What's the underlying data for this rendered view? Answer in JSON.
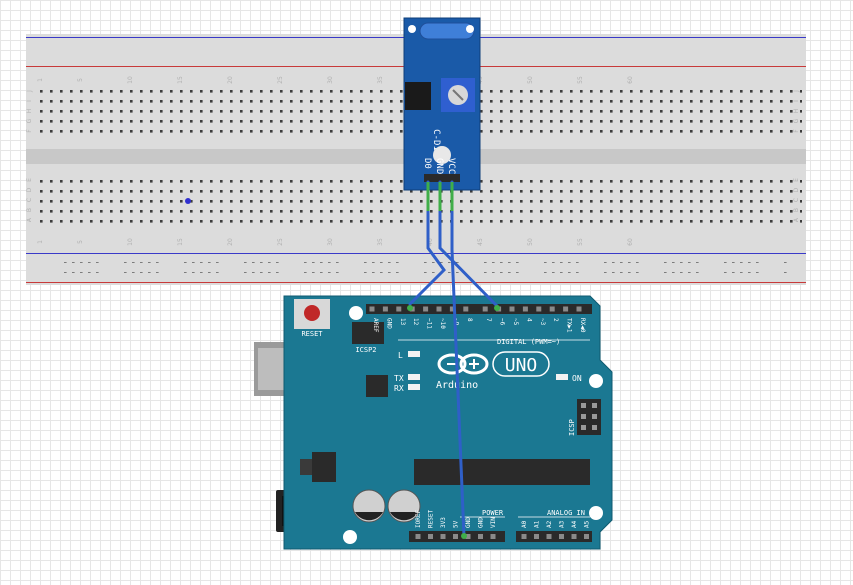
{
  "breadboard": {
    "row_letters_top": [
      "J",
      "I",
      "H",
      "G",
      "F"
    ],
    "row_letters_bottom": [
      "E",
      "D",
      "C",
      "B",
      "A"
    ],
    "column_numbers": [
      "1",
      "5",
      "10",
      "15",
      "20",
      "25",
      "30",
      "35",
      "40",
      "45",
      "50",
      "55",
      "60"
    ]
  },
  "sensor_module": {
    "name": "C-D1",
    "pins": [
      "D0",
      "GND",
      "VCC"
    ]
  },
  "arduino": {
    "logo_text": "Arduino",
    "model_text": "UNO",
    "reset_label": "RESET",
    "icsp2_label": "ICSP2",
    "icsp_label": "ICSP",
    "led_l": "L",
    "led_tx": "TX",
    "led_rx": "RX",
    "led_on": "ON",
    "digital_label": "DIGITAL (PWM=~)",
    "power_label": "POWER",
    "analog_label": "ANALOG IN",
    "digital_pins": [
      "AREF",
      "GND",
      "13",
      "12",
      "~11",
      "~10",
      "~9",
      "8",
      "7",
      "~6",
      "~5",
      "4",
      "~3",
      "2",
      "TX▶1",
      "RX◀0"
    ],
    "power_pins": [
      "IOREF",
      "RESET",
      "3V3",
      "5V",
      "GND",
      "GND",
      "VIN"
    ],
    "analog_pins": [
      "A0",
      "A1",
      "A2",
      "A3",
      "A4",
      "A5"
    ]
  },
  "colors": {
    "breadboard": "#dcdcdc",
    "rail_blue": "#3a3ac8",
    "rail_red": "#c83a3a",
    "arduino_board": "#1b7892",
    "module_board": "#1a5aa8",
    "wire": "#2f5fc8",
    "wire_end": "#3fae49"
  }
}
